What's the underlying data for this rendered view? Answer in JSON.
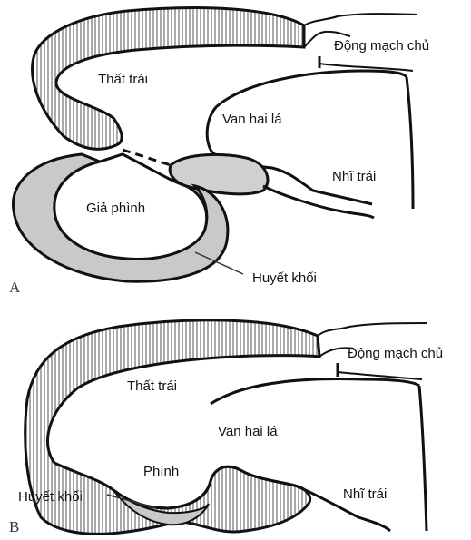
{
  "panels": [
    {
      "letter": "A",
      "labels": {
        "aorta": "Động mạch chủ",
        "left_ventricle": "Thất trái",
        "mitral_valve": "Van hai lá",
        "left_atrium": "Nhĩ trái",
        "pseudoaneurysm": "Giả phình",
        "thrombus": "Huyết khối"
      }
    },
    {
      "letter": "B",
      "labels": {
        "aorta": "Động mạch chủ",
        "left_ventricle": "Thất trái",
        "mitral_valve": "Van hai lá",
        "aneurysm": "Phình",
        "left_atrium": "Nhĩ trái",
        "thrombus": "Huyết khối"
      }
    }
  ],
  "colors": {
    "outline": "#111111",
    "thrombus_fill": "#c9c9c9",
    "wall_hatch": "#555555"
  }
}
